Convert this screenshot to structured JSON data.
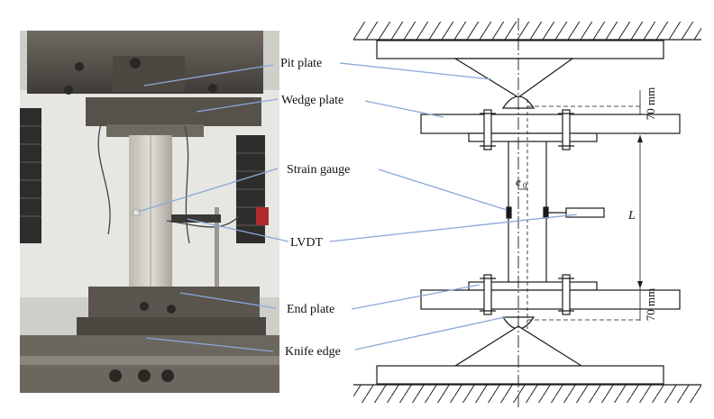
{
  "labels": {
    "pit_plate": "Pit plate",
    "wedge_plate": "Wedge plate",
    "strain_gauge": "Strain gauge",
    "lvdt": "LVDT",
    "end_plate": "End plate",
    "knife_edge": "Knife edge"
  },
  "dimensions": {
    "top_gap": "70 mm",
    "bottom_gap": "70 mm",
    "length": "L",
    "eccentricity": "e",
    "eccentricity_sub": "0"
  },
  "colors": {
    "leader": "#8aa8d8",
    "line": "#1a1a1a",
    "photo_frame": "#3a3a3a",
    "photo_wall": "#dcdcd8",
    "photo_steel": "#5a5650",
    "photo_column": "#c9c6bf"
  }
}
